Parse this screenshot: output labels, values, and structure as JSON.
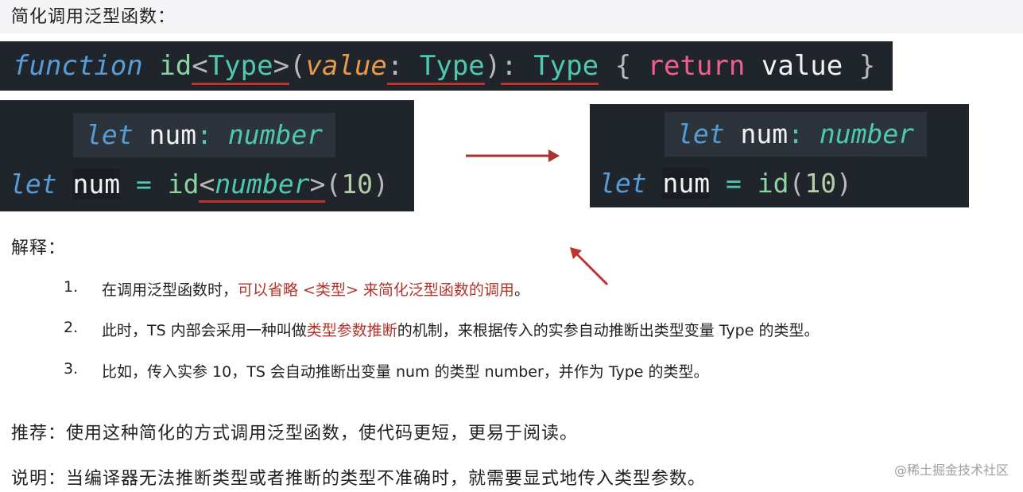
{
  "heading": "简化调用泛型函数：",
  "code1": {
    "function": "function",
    "id": "id",
    "lt": "<",
    "type1": "Type",
    "gt": ">",
    "lparen": "(",
    "value": "value",
    "colon1": ":",
    "type2": "Type",
    "rparen": ")",
    "colon2": ":",
    "type3": "Type",
    "lbrace": "{",
    "return": "return",
    "value2": "value",
    "rbrace": "}"
  },
  "code2": {
    "hint_let": "let",
    "hint_num": "num",
    "hint_colon": ":",
    "hint_type": "number",
    "let": "let",
    "num": "num",
    "eq": "=",
    "id": "id",
    "lt": "<",
    "type": "number",
    "gt": ">",
    "lparen": "(",
    "arg": "10",
    "rparen": ")"
  },
  "code3": {
    "hint_let": "let",
    "hint_num": "num",
    "hint_colon": ":",
    "hint_type": "number",
    "let": "let",
    "num": "num",
    "eq": "=",
    "id": "id",
    "lparen": "(",
    "arg": "10",
    "rparen": ")"
  },
  "explain_title": "解释：",
  "items": [
    {
      "num": "1.",
      "pre": "在调用泛型函数时，",
      "red": "可以省略 <类型> 来简化泛型函数的调用",
      "post": "。"
    },
    {
      "num": "2.",
      "pre": "此时，TS 内部会采用一种叫做",
      "red": "类型参数推断",
      "post": "的机制，来根据传入的实参自动推断出类型变量 Type 的类型。"
    },
    {
      "num": "3.",
      "pre": "比如，传入实参 10，TS 会自动推断出变量 num 的类型 number，并作为 Type 的类型。",
      "red": "",
      "post": ""
    }
  ],
  "recommend": "推荐：使用这种简化的方式调用泛型函数，使代码更短，更易于阅读。",
  "note": "说明：当编译器无法推断类型或者推断的类型不准确时，就需要显式地传入类型参数。",
  "watermark": "@稀土掘金技术社区",
  "colors": {
    "annotation_red": "#b3322a",
    "code_bg": "#20252b"
  }
}
